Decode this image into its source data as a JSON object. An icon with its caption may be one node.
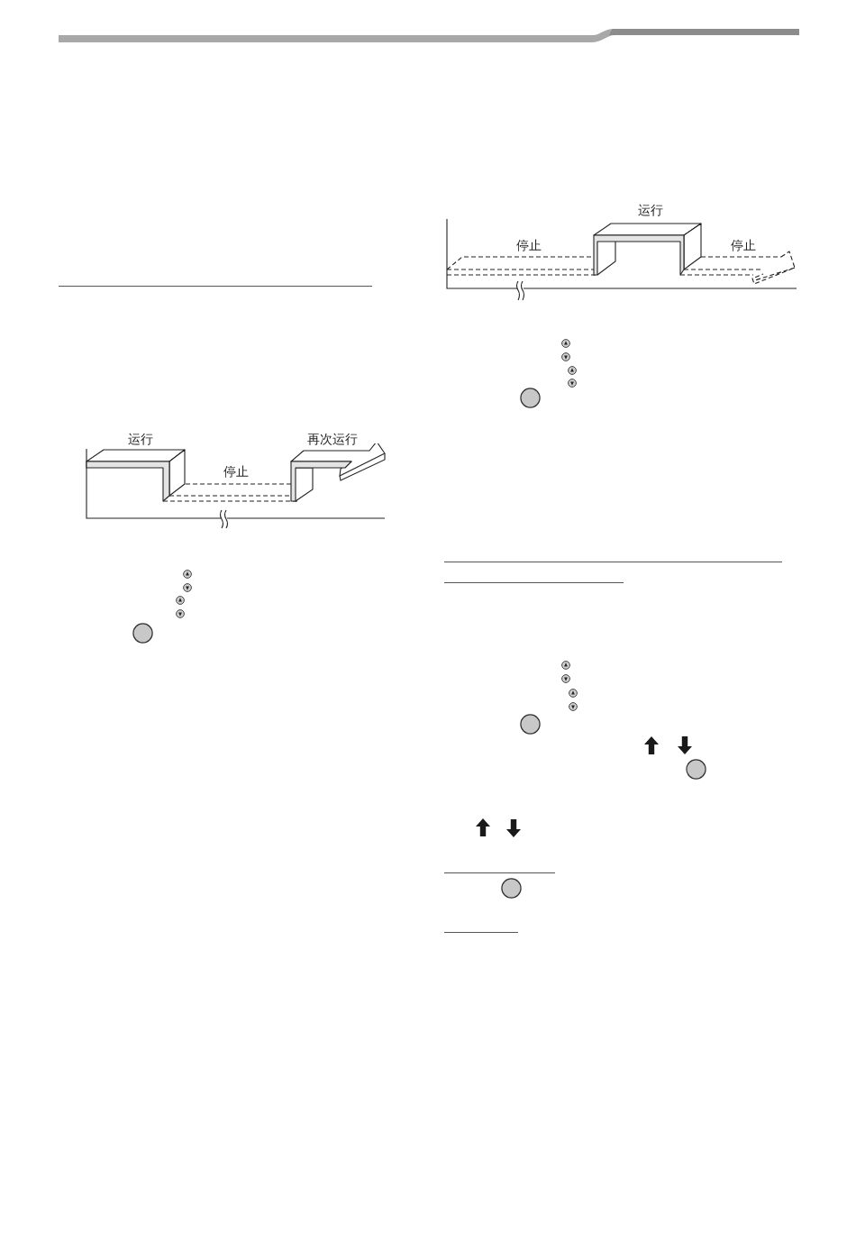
{
  "diagram": {
    "labels": [
      "运行",
      "再次运行",
      "停止",
      "运行",
      "停止",
      "停止"
    ]
  }
}
